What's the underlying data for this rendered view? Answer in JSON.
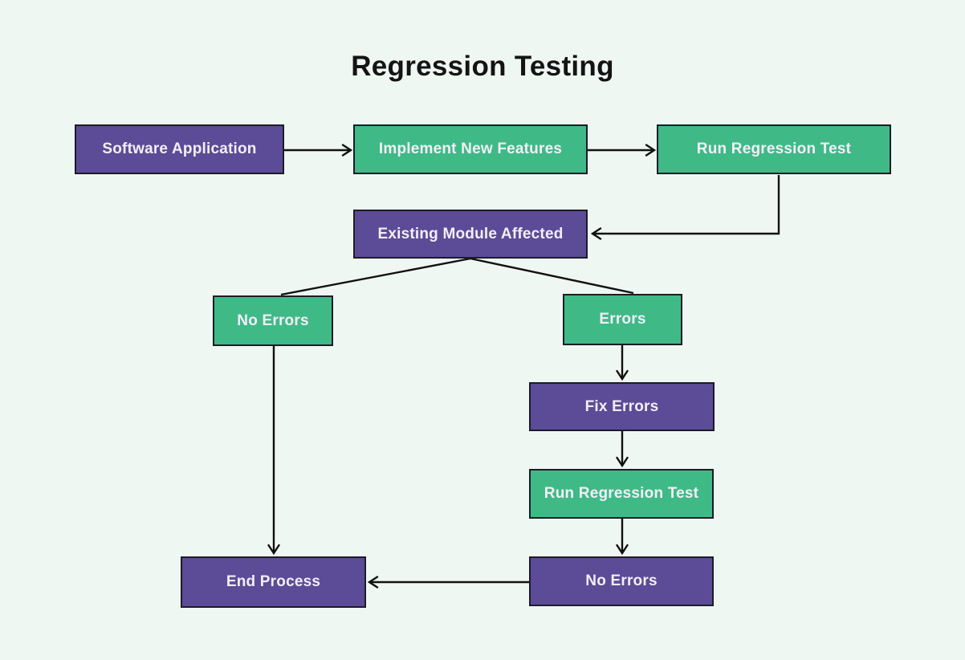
{
  "title": "Regression Testing",
  "colors": {
    "background": "#eff7f3",
    "node_purple": "#5c4b97",
    "node_green": "#3fba87",
    "node_border": "#1c1c26",
    "node_text": "#f3eef7",
    "line": "#111111",
    "title_text": "#141414"
  },
  "nodes": [
    {
      "id": "software-application",
      "label": "Software Application",
      "variant": "purple"
    },
    {
      "id": "implement-new-features",
      "label": "Implement New Features",
      "variant": "green"
    },
    {
      "id": "run-regression-test-1",
      "label": "Run Regression Test",
      "variant": "green"
    },
    {
      "id": "existing-module-affected",
      "label": "Existing Module Affected",
      "variant": "purple"
    },
    {
      "id": "no-errors-branch",
      "label": "No Errors",
      "variant": "green"
    },
    {
      "id": "errors",
      "label": "Errors",
      "variant": "green"
    },
    {
      "id": "fix-errors",
      "label": "Fix Errors",
      "variant": "purple"
    },
    {
      "id": "run-regression-test-2",
      "label": "Run Regression Test",
      "variant": "green"
    },
    {
      "id": "no-errors-final",
      "label": "No Errors",
      "variant": "purple"
    },
    {
      "id": "end-process",
      "label": "End Process",
      "variant": "purple"
    }
  ],
  "edges": [
    {
      "from": "software-application",
      "to": "implement-new-features",
      "arrow": true
    },
    {
      "from": "implement-new-features",
      "to": "run-regression-test-1",
      "arrow": true
    },
    {
      "from": "run-regression-test-1",
      "to": "existing-module-affected",
      "arrow": true
    },
    {
      "from": "existing-module-affected",
      "to": "no-errors-branch",
      "arrow": false
    },
    {
      "from": "existing-module-affected",
      "to": "errors",
      "arrow": false
    },
    {
      "from": "no-errors-branch",
      "to": "end-process",
      "arrow": true
    },
    {
      "from": "errors",
      "to": "fix-errors",
      "arrow": true
    },
    {
      "from": "fix-errors",
      "to": "run-regression-test-2",
      "arrow": true
    },
    {
      "from": "run-regression-test-2",
      "to": "no-errors-final",
      "arrow": true
    },
    {
      "from": "no-errors-final",
      "to": "end-process",
      "arrow": true
    }
  ]
}
